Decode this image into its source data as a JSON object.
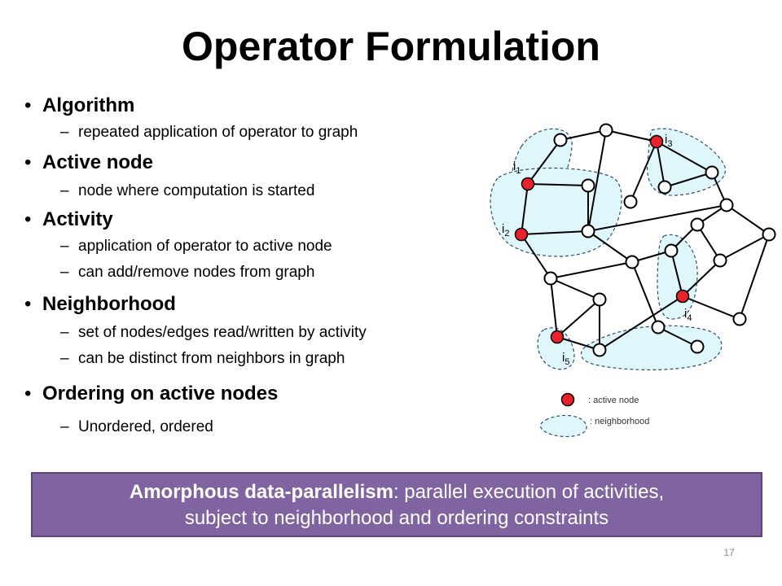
{
  "slide": {
    "title": "Operator Formulation",
    "page_number": "17"
  },
  "bullets": [
    {
      "label": "Algorithm",
      "subs": [
        "repeated application of operator to graph"
      ]
    },
    {
      "label": "Active node",
      "subs": [
        "node where computation is started"
      ]
    },
    {
      "label": "Activity",
      "subs": [
        "application of operator to active node",
        "can add/remove nodes from graph"
      ]
    },
    {
      "label": "Neighborhood",
      "subs": [
        "set of nodes/edges read/written by activity",
        "can be distinct from neighbors in graph"
      ]
    },
    {
      "label": "Ordering on active nodes",
      "subs": [
        "Unordered, ordered"
      ]
    }
  ],
  "diagram": {
    "labels": {
      "i1": "i",
      "i1_sub": "1",
      "i2": "i",
      "i2_sub": "2",
      "i3": "i",
      "i3_sub": "3",
      "i4": "i",
      "i4_sub": "4",
      "i5": "i",
      "i5_sub": "5"
    },
    "legend": {
      "active_node": ": active node",
      "neighborhood": ": neighborhood"
    },
    "colors": {
      "active": "#e8212b",
      "neighborhood_fill": "#dff6fa",
      "neighborhood_stroke": "#2d4f6b"
    }
  },
  "banner": {
    "bold_part": "Amorphous data-parallelism",
    "rest_line1": ": parallel execution of activities,",
    "line2": "subject to neighborhood and ordering constraints",
    "color": "#8064a2"
  }
}
